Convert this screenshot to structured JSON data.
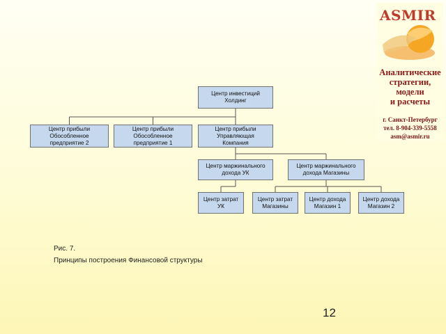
{
  "diagram": {
    "nodes": [
      {
        "id": "holding",
        "label": "Центр инвестиций\nХолдинг"
      },
      {
        "id": "profit2",
        "label": "Центр прибыли\nОбособленное\nпредприятие  2"
      },
      {
        "id": "profit1",
        "label": "Центр прибыли\nОбособленное\nпредприятие 1"
      },
      {
        "id": "profit_uk",
        "label": "Центр прибыли\nУправляющая\nКомпания"
      },
      {
        "id": "margin_uk",
        "label": "Центр маржинального\nдохода  УК"
      },
      {
        "id": "margin_shops",
        "label": "Центр маржинального\nдохода Магазины"
      },
      {
        "id": "cost_uk",
        "label": "Центр затрат\nУК"
      },
      {
        "id": "cost_shops",
        "label": "Центр затрат\nМагазины"
      },
      {
        "id": "income_shop1",
        "label": "Центр дохода\nМагазин 1"
      },
      {
        "id": "income_shop2",
        "label": "Центр дохода\nМагазин 2"
      }
    ],
    "edges": [
      [
        "holding",
        "profit2"
      ],
      [
        "holding",
        "profit1"
      ],
      [
        "holding",
        "profit_uk"
      ],
      [
        "profit_uk",
        "margin_uk"
      ],
      [
        "profit_uk",
        "margin_shops"
      ],
      [
        "margin_uk",
        "cost_uk"
      ],
      [
        "margin_shops",
        "cost_shops"
      ],
      [
        "margin_shops",
        "income_shop1"
      ],
      [
        "margin_shops",
        "income_shop2"
      ]
    ]
  },
  "caption": {
    "line1": "Рис. 7.",
    "line2": "Принципы построения Финансовой структуры"
  },
  "page_number": "12",
  "logo": {
    "word": "ASMIR",
    "tagline": [
      "Аналитические",
      "стратегии,",
      "модели",
      "и расчеты"
    ],
    "contacts": [
      "г. Санкт-Петербург",
      "тел. 8-904-339-5558",
      "asm@asmir.ru"
    ],
    "colors": {
      "primary": "#c0392b",
      "accent": "#f39c12",
      "text": "#8b1a1a"
    }
  },
  "colors": {
    "node_fill": "#c6d8ee",
    "node_border": "#6f6f6f",
    "connector": "#555555"
  }
}
